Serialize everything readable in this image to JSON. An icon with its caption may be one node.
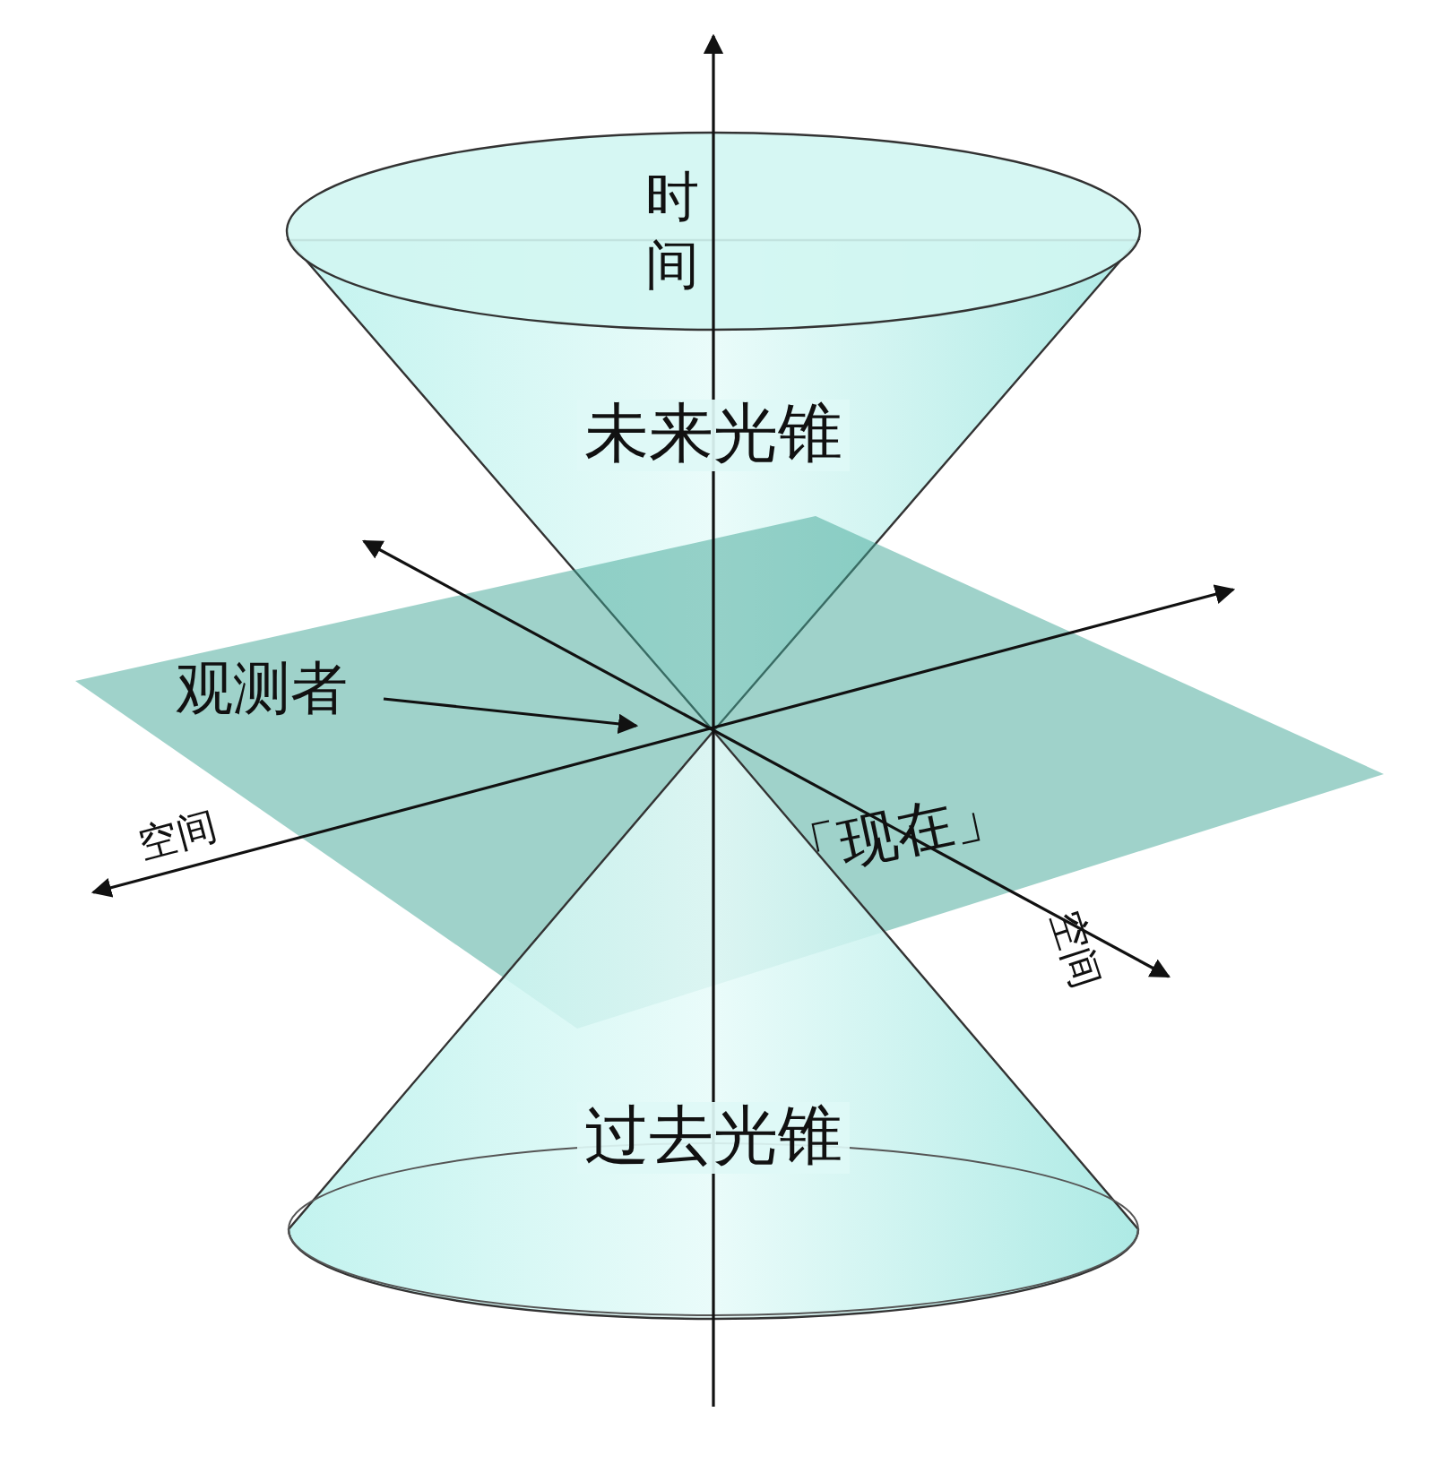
{
  "diagram": {
    "nodes": [
      {
        "text": [
          "未来光锥"
        ]
      },
      {
        "text": [
          "「现在」"
        ]
      },
      {
        "text": [
          "观测者"
        ],
        "in": 1
      },
      {
        "text": [
          "过去光锥"
        ]
      }
    ],
    "edges": [
      {
        "from": 2,
        "to": 1,
        "arrow": "to"
      }
    ],
    "labels": [
      "时间",
      "空间",
      "空间"
    ]
  }
}
